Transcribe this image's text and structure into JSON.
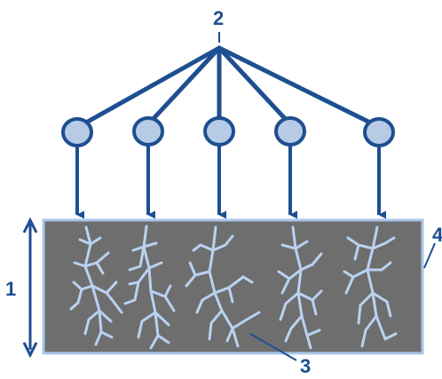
{
  "labels": {
    "thickness": "1",
    "sources": "2",
    "channels": "3",
    "block": "4"
  },
  "colors": {
    "line": "#1d4f91",
    "node_fill": "#b8cbe6",
    "block_fill": "#6e6e6e",
    "block_edge": "#a9c6ea",
    "channel": "#b9d2f2"
  },
  "source_count": 5
}
